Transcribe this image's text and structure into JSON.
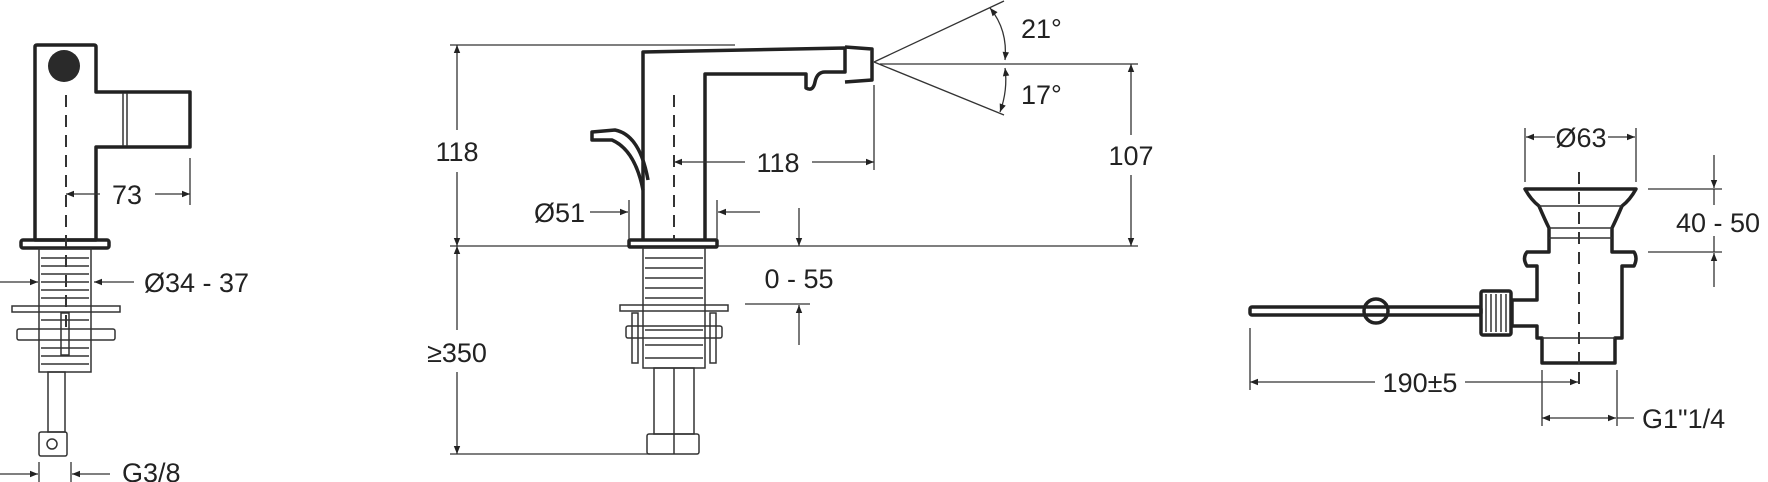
{
  "side_view": {
    "dim_spout_projection": "73",
    "dim_hole_diameter": "Ø34 - 37",
    "dim_connection": "G3/8"
  },
  "front_view": {
    "dim_height_total": "118",
    "dim_below_deck": "≥350",
    "dim_spout_reach": "118",
    "dim_base_diameter": "Ø51",
    "dim_deck_thickness": "0 - 55",
    "dim_outlet_height": "107",
    "angle_up": "21°",
    "angle_down": "17°"
  },
  "waste_view": {
    "dim_flange_diameter": "Ø63",
    "dim_height_range": "40 - 50",
    "dim_rod_length": "190±5",
    "dim_thread": "G1\"1/4"
  }
}
